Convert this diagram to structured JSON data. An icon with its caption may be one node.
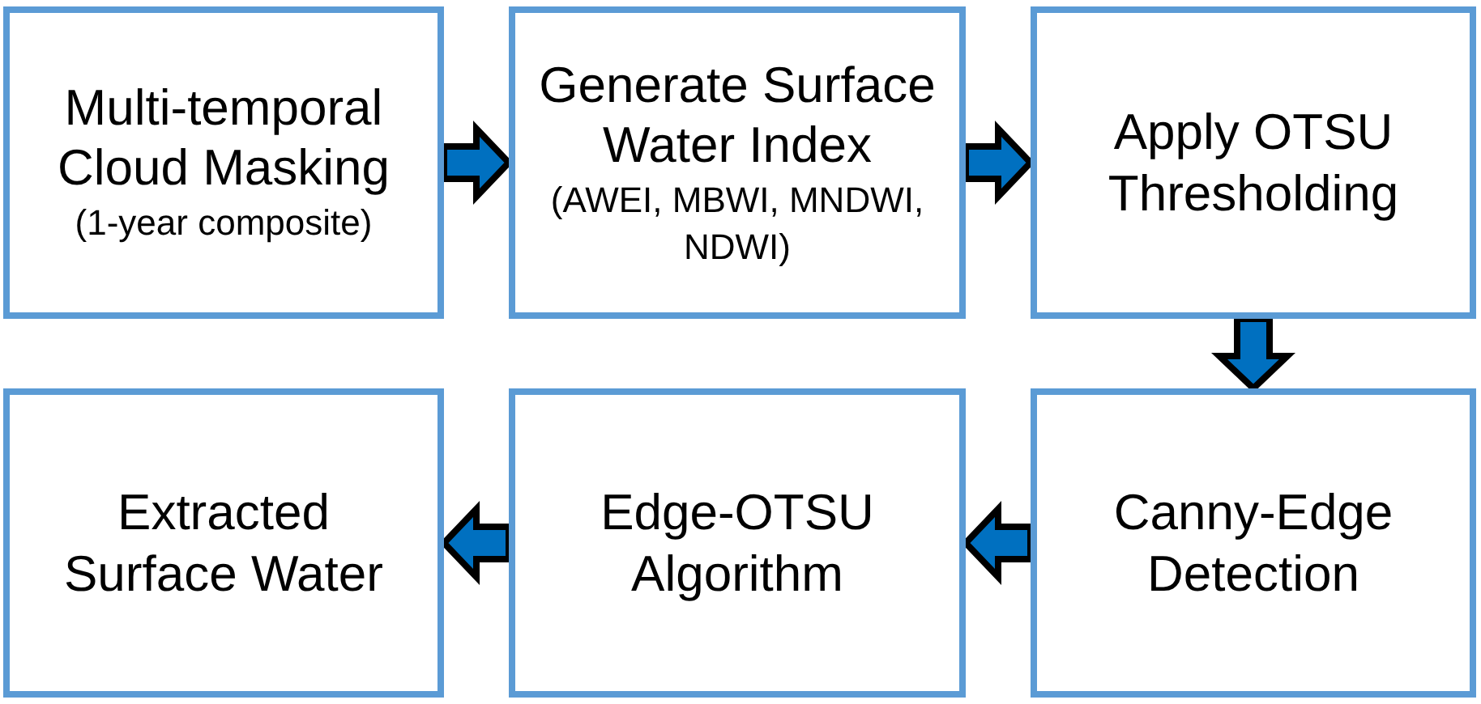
{
  "diagram": {
    "nodes": [
      {
        "text": [
          "Multi-temporal Cloud Masking",
          "(1-year composite)"
        ]
      },
      {
        "text": [
          "Generate Surface Water Index",
          "(AWEI, MBWI, MNDWI, NDWI)"
        ]
      },
      {
        "text": [
          "Apply OTSU Thresholding"
        ]
      },
      {
        "text": [
          "Extracted Surface Water"
        ]
      },
      {
        "text": [
          "Edge-OTSU Algorithm"
        ]
      },
      {
        "text": [
          "Canny-Edge Detection"
        ]
      }
    ],
    "edges": [
      {
        "from": 0,
        "to": 1,
        "arrow": "to"
      },
      {
        "from": 1,
        "to": 2,
        "arrow": "to"
      },
      {
        "from": 2,
        "to": 5,
        "arrow": "to"
      },
      {
        "from": 5,
        "to": 4,
        "arrow": "to"
      },
      {
        "from": 4,
        "to": 3,
        "arrow": "to"
      }
    ]
  }
}
